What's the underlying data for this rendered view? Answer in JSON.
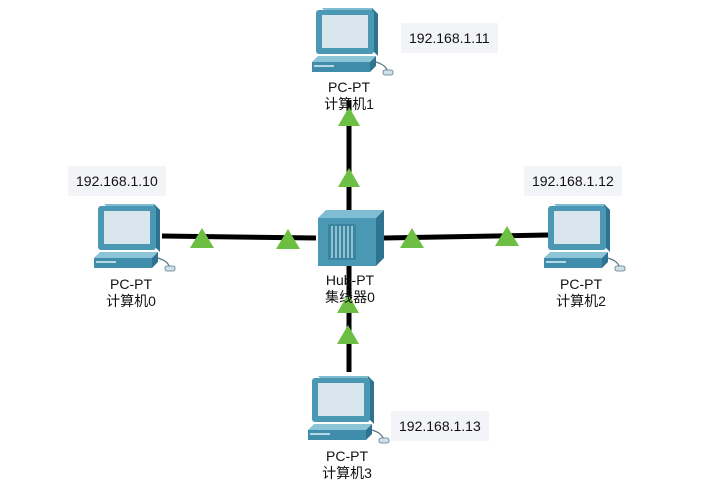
{
  "colors": {
    "link": "#000000",
    "link_status_up": "#6cbf43",
    "device_body": "#4a98b4",
    "device_screen": "#d9e6ee",
    "ip_box_bg": "#f3f4f8"
  },
  "hub": {
    "icon": "hub-icon",
    "model": "Hub-PT",
    "name": "集线器0"
  },
  "pcs": [
    {
      "id": "pc0",
      "icon": "desktop-pc-icon",
      "model": "PC-PT",
      "name": "计算机0",
      "ip": "192.168.1.10"
    },
    {
      "id": "pc1",
      "icon": "desktop-pc-icon",
      "model": "PC-PT",
      "name": "计算机1",
      "ip": "192.168.1.11"
    },
    {
      "id": "pc2",
      "icon": "desktop-pc-icon",
      "model": "PC-PT",
      "name": "计算机2",
      "ip": "192.168.1.12"
    },
    {
      "id": "pc3",
      "icon": "desktop-pc-icon",
      "model": "PC-PT",
      "name": "计算机3",
      "ip": "192.168.1.13"
    }
  ]
}
